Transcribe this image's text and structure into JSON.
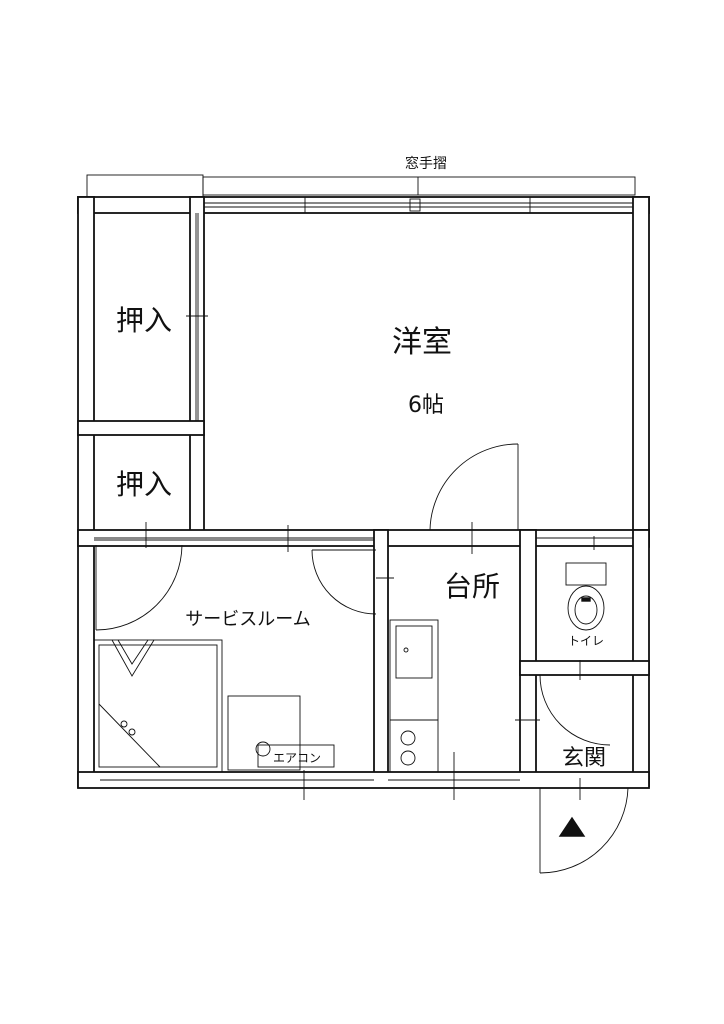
{
  "labels": {
    "railing": "窓手摺",
    "closet_upper": "押入",
    "closet_lower": "押入",
    "western_room": "洋室",
    "room_size": "6帖",
    "kitchen": "台所",
    "service_room": "サービスルーム",
    "toilet": "トイレ",
    "aircon": "エアコン",
    "entrance": "玄関"
  },
  "symbols": {
    "entrance_marker": "triangle-up-icon"
  },
  "colors": {
    "line": "#111111",
    "background": "#ffffff"
  }
}
